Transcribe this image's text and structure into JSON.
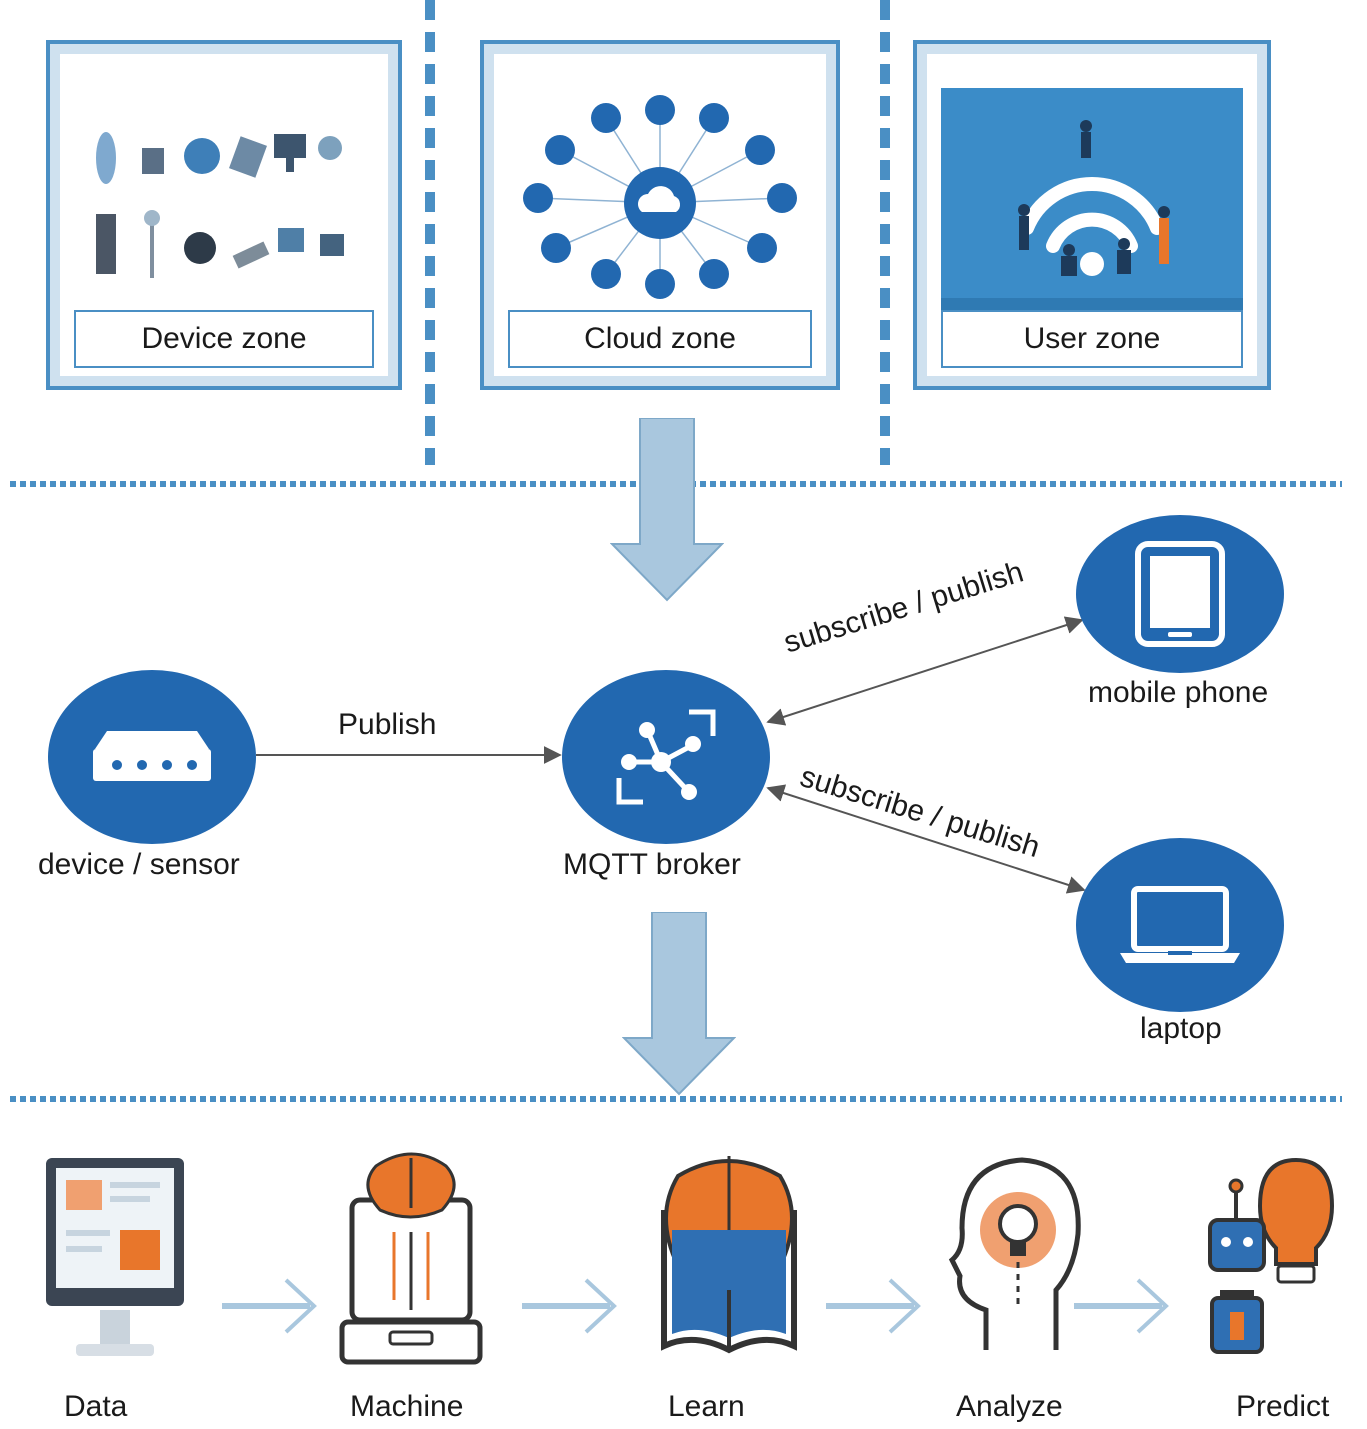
{
  "zones": [
    {
      "label": "Device zone",
      "icon": "devices-collage"
    },
    {
      "label": "Cloud zone",
      "icon": "cloud-network"
    },
    {
      "label": "User zone",
      "icon": "wifi-users-illustration"
    }
  ],
  "nodes": {
    "device": {
      "label": "device / sensor",
      "icon": "router-icon"
    },
    "broker": {
      "label": "MQTT broker",
      "icon": "hub-network-icon"
    },
    "phone": {
      "label": "mobile phone",
      "icon": "tablet-icon"
    },
    "laptop": {
      "label": "laptop",
      "icon": "laptop-icon"
    }
  },
  "edges": {
    "publish": "Publish",
    "phone_link": "subscribe / publish",
    "laptop_link": "subscribe / publish"
  },
  "pipeline": [
    {
      "label": "Data",
      "icon": "monitor-data-icon"
    },
    {
      "label": "Machine",
      "icon": "machine-brain-icon"
    },
    {
      "label": "Learn",
      "icon": "book-brain-icon"
    },
    {
      "label": "Analyze",
      "icon": "head-bulb-icon"
    },
    {
      "label": "Predict",
      "icon": "robot-bulb-icon"
    }
  ],
  "colors": {
    "node_blue": "#2268b0",
    "zone_border": "#4a8fc4",
    "arrow_fill": "#a9c7de",
    "accent_orange": "#e8762b"
  }
}
